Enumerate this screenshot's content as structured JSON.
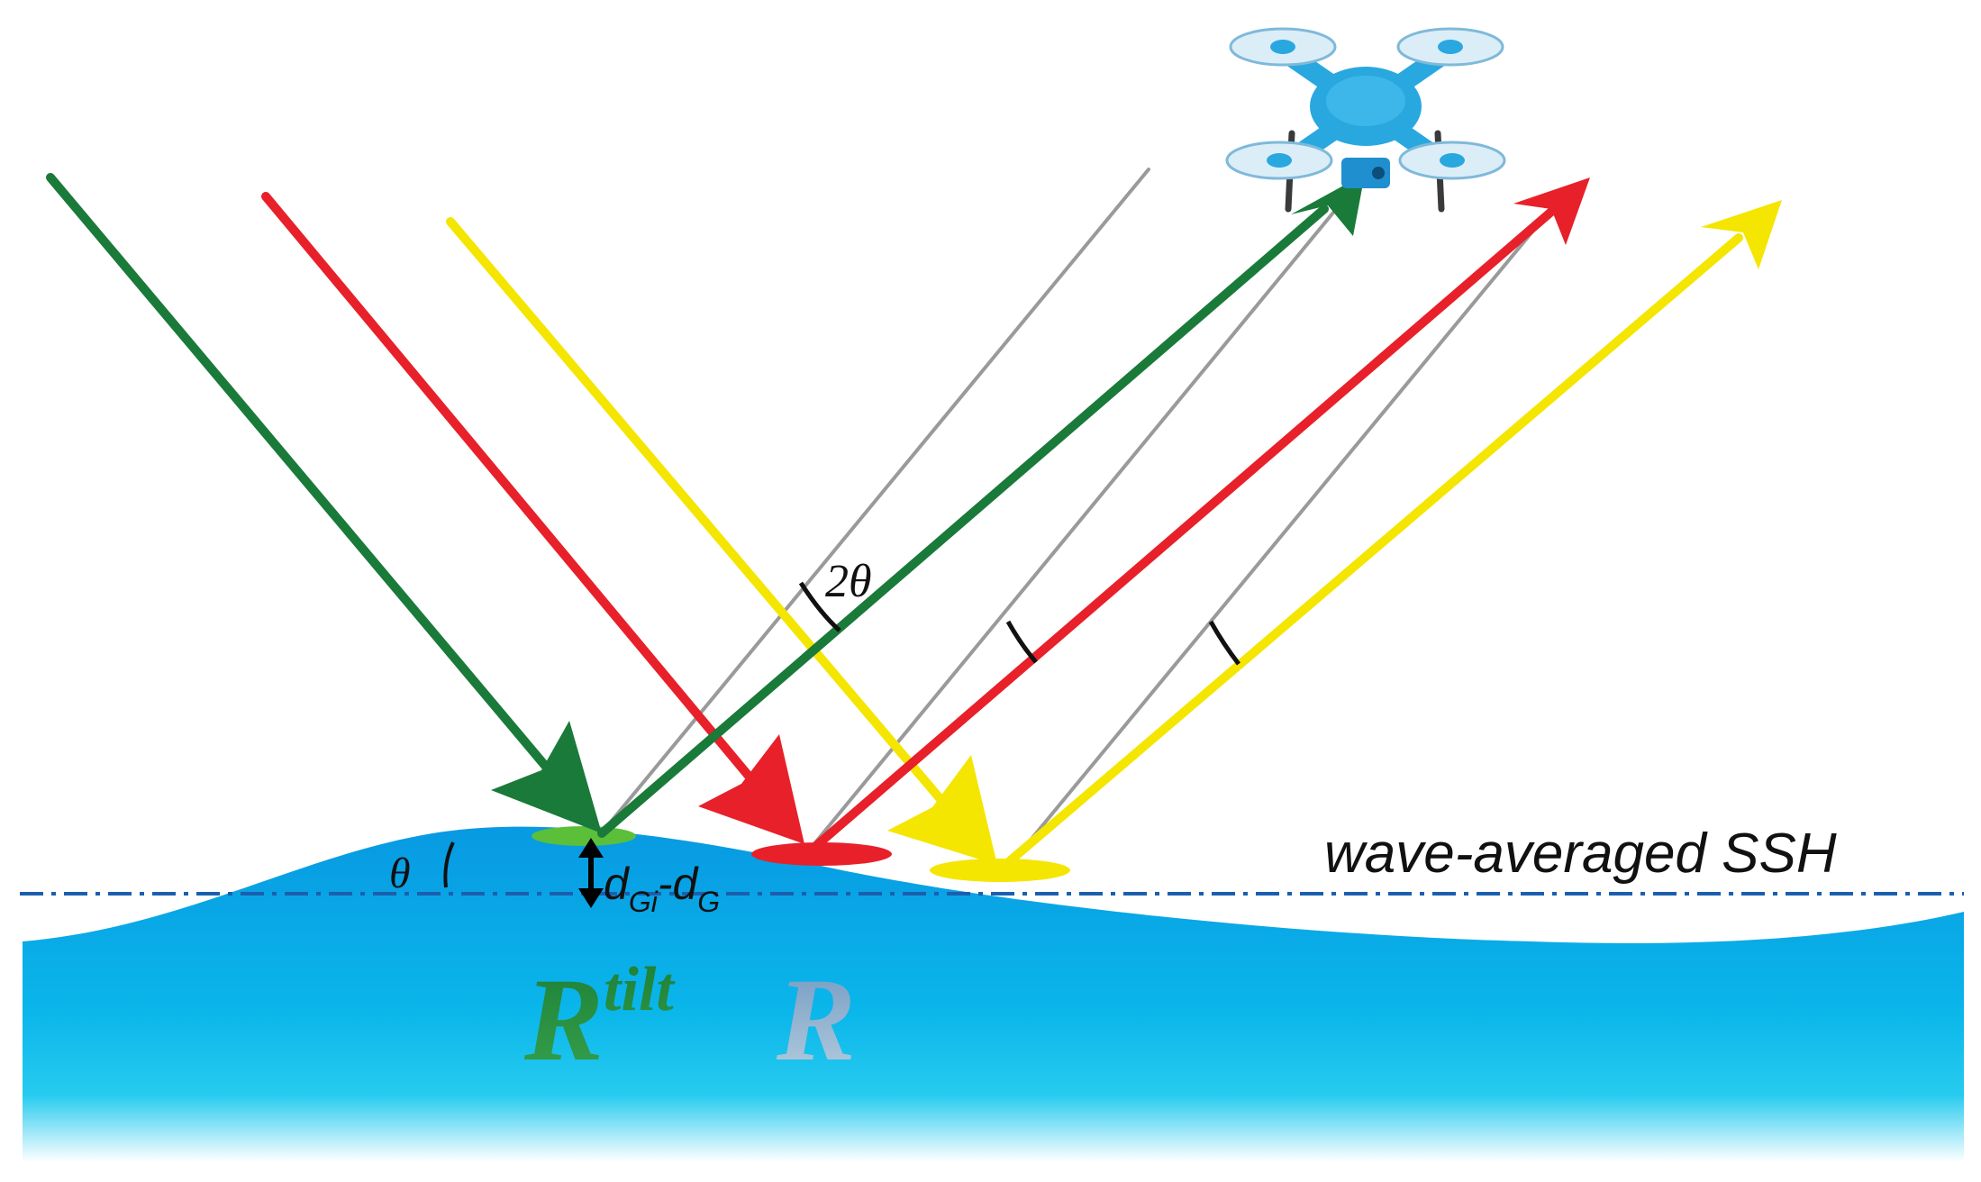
{
  "labels": {
    "theta": "θ",
    "two_theta": "2θ",
    "d_main": "d",
    "d_sub1": "Gi",
    "d_dash": "-d",
    "d_sub2": "G",
    "ssh": "wave-averaged SSH",
    "r_tilt_main": "R",
    "r_tilt_sup": "tilt",
    "r_plain": "R"
  },
  "colors": {
    "green_ray": "#1a7a3a",
    "red_ray": "#e8202a",
    "yellow_ray": "#f4e600",
    "gray_normal": "#9a9a9a",
    "sea": "#0a9ee0",
    "ssh_line": "#1b5fae",
    "drone_body": "#29a8e0",
    "r_tilt_text": "#1e8a3c",
    "r_plain_text": "#7ea6c8"
  },
  "icons": [
    "drone-icon",
    "double-arrow-icon"
  ]
}
